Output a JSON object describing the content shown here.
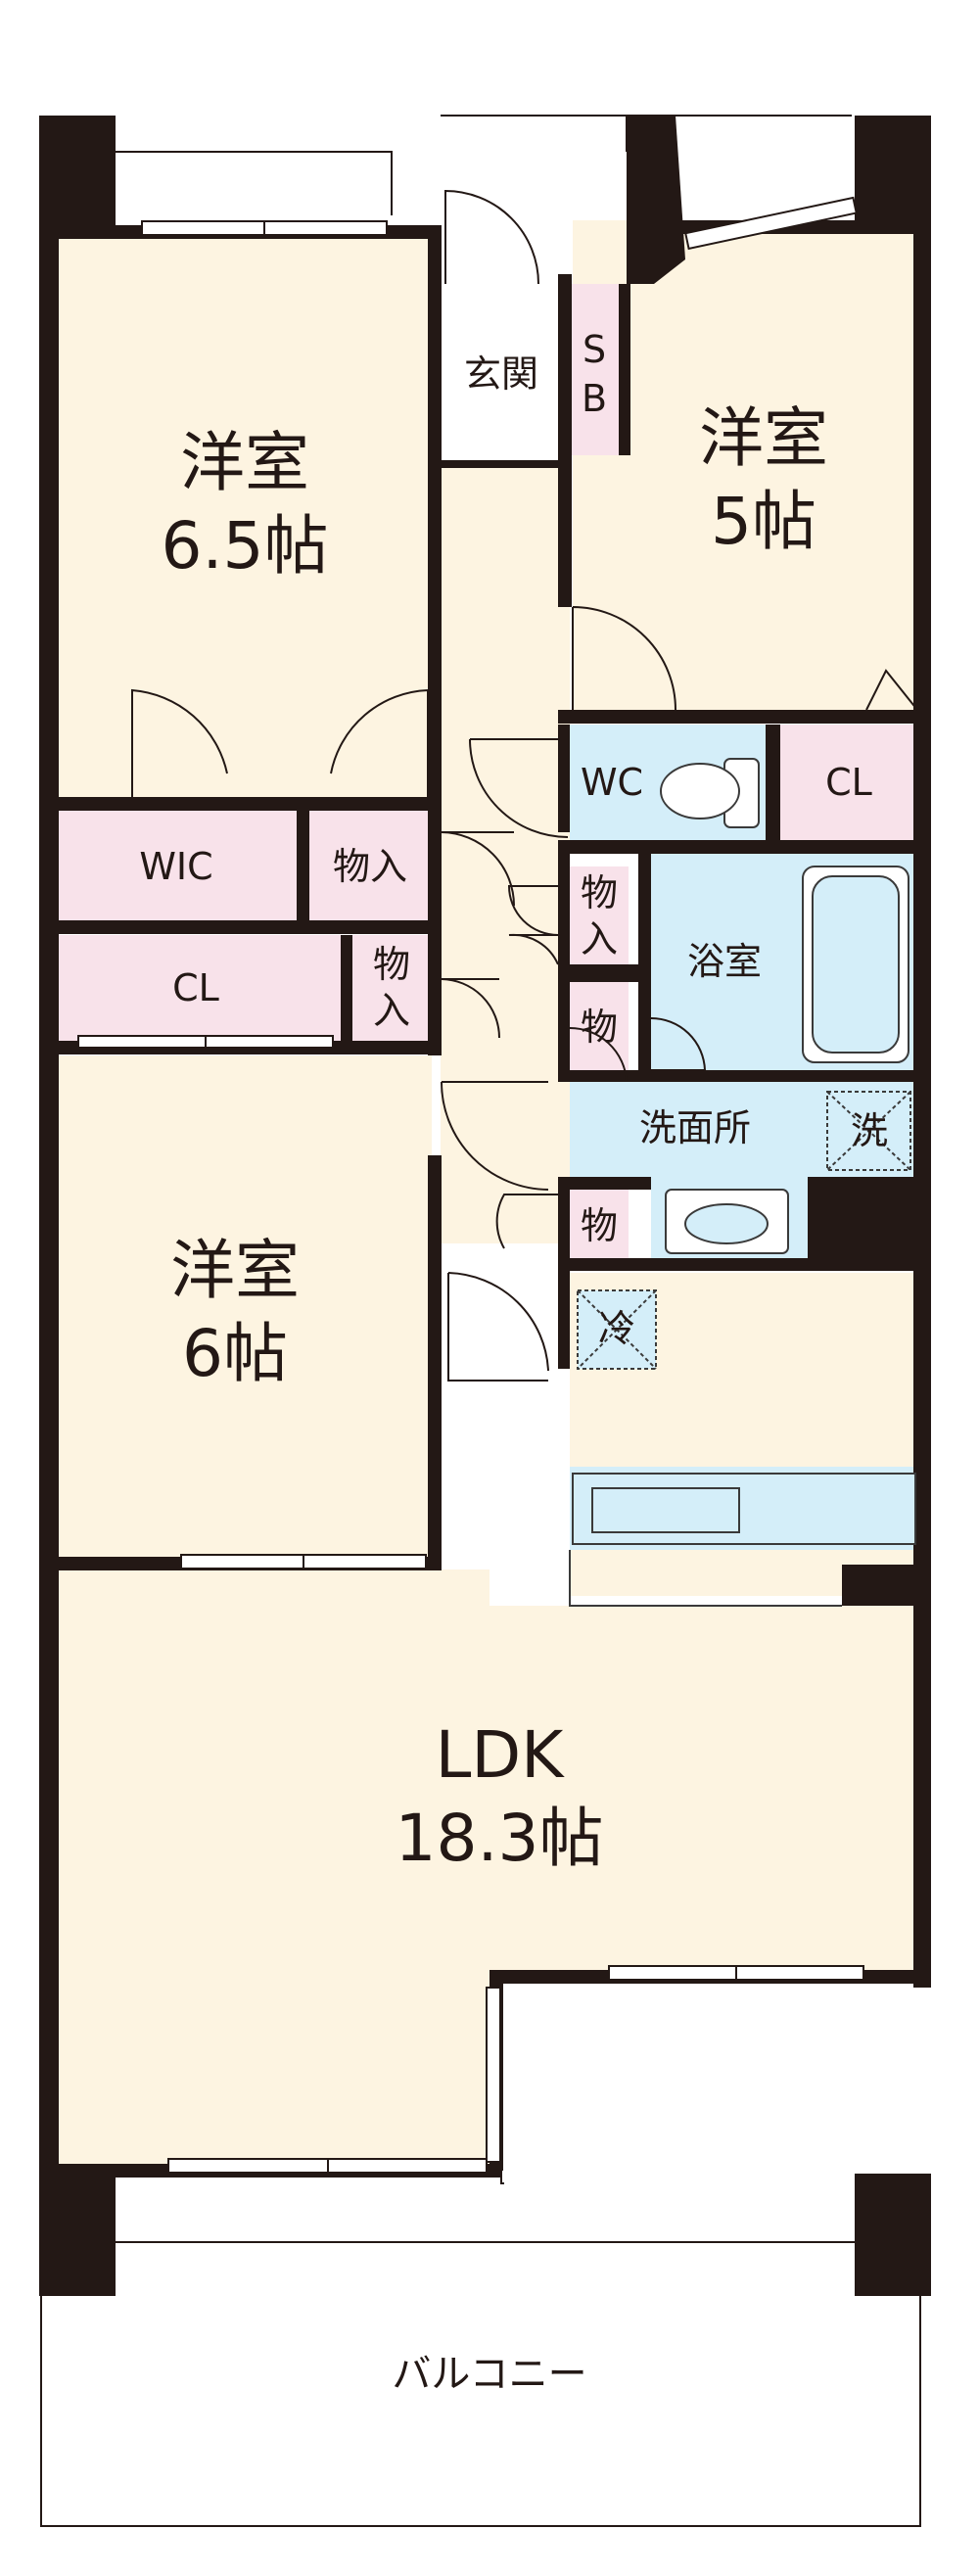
{
  "colors": {
    "wall": "#231815",
    "room": "#fdf4e1",
    "storage": "#f8e2ea",
    "wet": "#d4eef9",
    "line": "#231815",
    "fixture_line": "#3a3a3a"
  },
  "rooms": {
    "western_a": {
      "name": "洋室",
      "size": "6.5帖"
    },
    "western_b": {
      "name": "洋室",
      "size": "5帖"
    },
    "western_c": {
      "name": "洋室",
      "size": "6帖"
    },
    "ldk": {
      "name": "LDK",
      "size": "18.3帖"
    },
    "balcony": {
      "name": "バルコニー"
    }
  },
  "labels": {
    "entrance": "玄関",
    "shoe_box_s": "S",
    "shoe_box_b": "B",
    "wic": "WIC",
    "closet_1": "CL",
    "closet_2": "CL",
    "wc": "WC",
    "storage_1_a": "物",
    "storage_1_b": "入",
    "storage_2_a": "物",
    "storage_2_b": "入",
    "storage_3_a": "物",
    "storage_3_b": "入",
    "storage_4": "物",
    "storage_5": "物",
    "bathroom": "浴室",
    "washroom": "洗面所",
    "washer": "洗",
    "fridge": "冷"
  }
}
